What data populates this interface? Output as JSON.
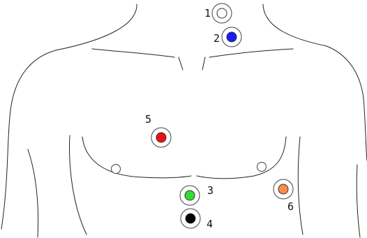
{
  "electrodes": [
    {
      "label": "1",
      "color": "#ffffff"
    },
    {
      "label": "2",
      "color": "#1a1aff"
    },
    {
      "label": "3",
      "color": "#33dd33"
    },
    {
      "label": "4",
      "color": "#000000"
    },
    {
      "label": "5",
      "color": "#ee1111"
    },
    {
      "label": "6",
      "color": "#ff8c4a"
    }
  ],
  "nipple_markers": 2
}
